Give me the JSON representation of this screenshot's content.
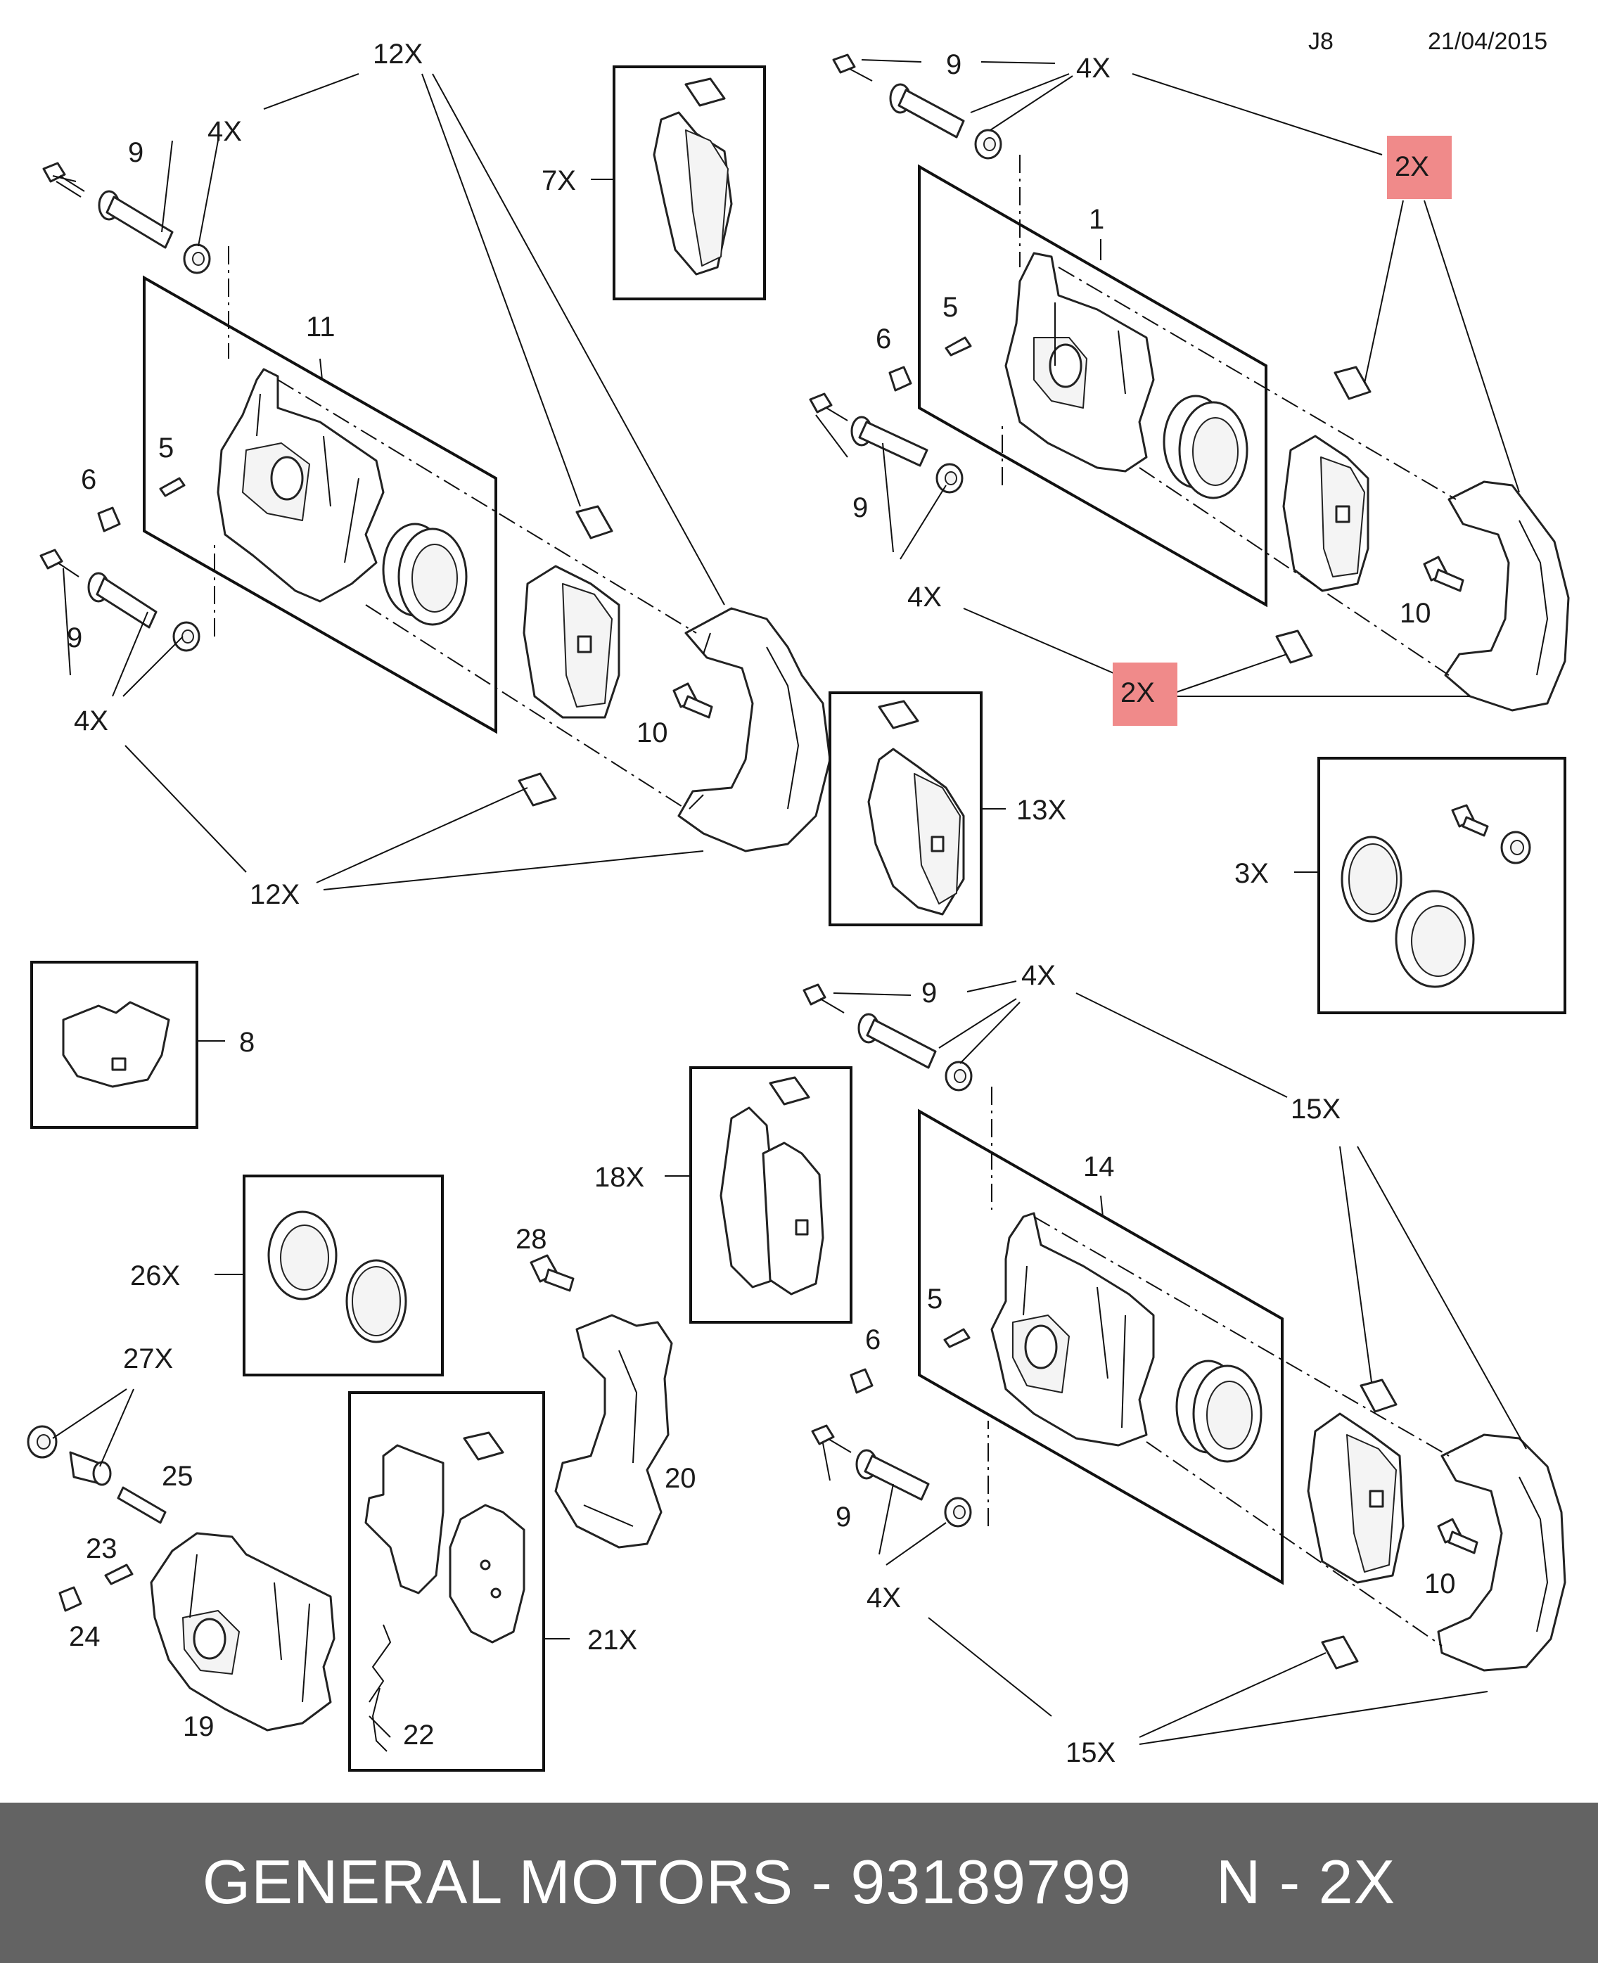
{
  "header": {
    "code": "J8",
    "date": "21/04/2015"
  },
  "callouts": {
    "tl": {
      "label_12x_top": "12X",
      "label_9_a": "9",
      "label_4x_a": "4X",
      "label_11": "11",
      "label_5": "5",
      "label_6": "6",
      "label_9_b": "9",
      "label_4x_b": "4X",
      "label_10": "10",
      "label_12x_bottom": "12X"
    },
    "pad7": {
      "label": "7X"
    },
    "tr": {
      "label_9_a": "9",
      "label_4x_a": "4X",
      "label_2x_top": "2X",
      "label_1": "1",
      "label_5": "5",
      "label_6": "6",
      "label_9_b": "9",
      "label_4x_b": "4X",
      "label_10": "10",
      "label_2x_bottom": "2X"
    },
    "pad13": {
      "label": "13X"
    },
    "seal3": {
      "label": "3X"
    },
    "shield8": {
      "label": "8"
    },
    "br": {
      "label_9_a": "9",
      "label_4x_a": "4X",
      "label_15x_top": "15X",
      "label_14": "14",
      "label_5": "5",
      "label_6": "6",
      "label_9_b": "9",
      "label_4x_b": "4X",
      "label_10": "10",
      "label_15x_bottom": "15X"
    },
    "pad18": {
      "label": "18X"
    },
    "seal26": {
      "label": "26X"
    },
    "misc": {
      "label_27x": "27X",
      "label_25": "25",
      "label_23": "23",
      "label_24": "24",
      "label_19": "19",
      "label_28": "28",
      "label_20": "20"
    },
    "pad21": {
      "label": "21X",
      "label_22": "22"
    }
  },
  "highlight_color": "#f08a8a",
  "footer": {
    "brand_part": "GENERAL MOTORS - 93189799",
    "qty": "N - 2X",
    "bg_color": "#636363"
  }
}
